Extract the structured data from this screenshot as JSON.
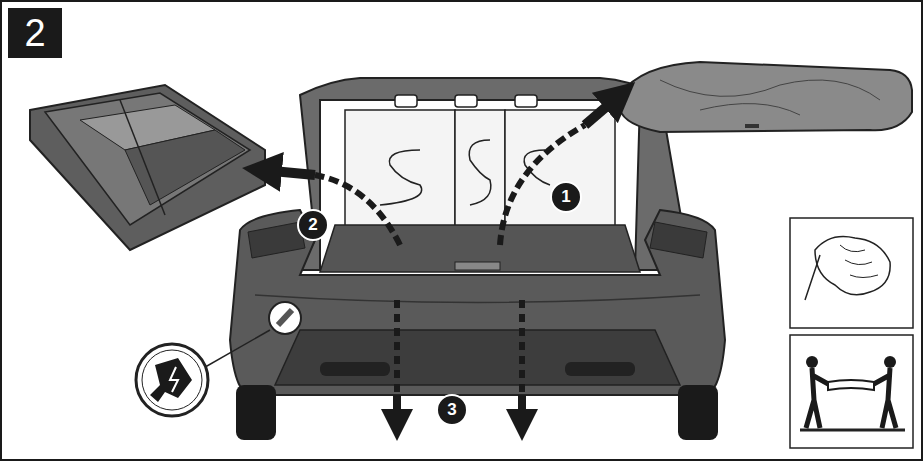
{
  "diagram": {
    "nodes": [
      {
        "text": [
          "2"
        ]
      }
    ],
    "labels": [
      "1",
      "2",
      "3"
    ]
  }
}
